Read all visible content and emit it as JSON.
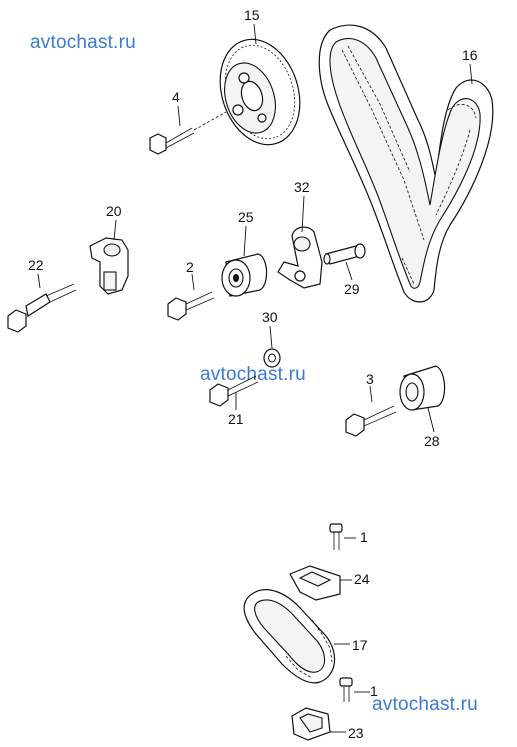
{
  "watermarks": [
    "avtochast.ru",
    "avtochast.ru",
    "avtochast.ru"
  ],
  "callouts": {
    "p1a": "1",
    "p1b": "1",
    "p2": "2",
    "p3": "3",
    "p4": "4",
    "p15": "15",
    "p16": "16",
    "p17": "17",
    "p20": "20",
    "p21": "21",
    "p22": "22",
    "p23": "23",
    "p24": "24",
    "p25": "25",
    "p28": "28",
    "p29": "29",
    "p30": "30",
    "p32": "32"
  }
}
